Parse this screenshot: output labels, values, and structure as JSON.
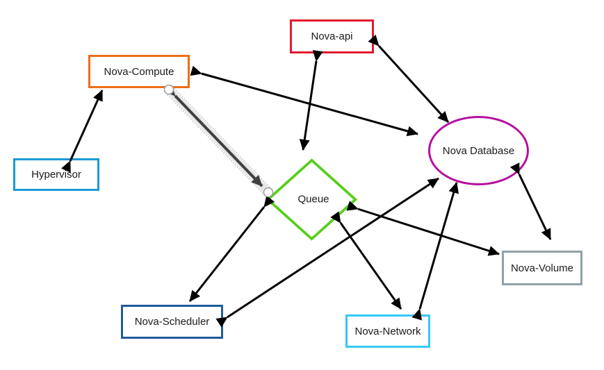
{
  "diagram": {
    "type": "architecture-diagram",
    "nodes": [
      {
        "id": "nova-api",
        "label": "Nova-api",
        "shape": "rectangle",
        "border_color": "#e11a2e"
      },
      {
        "id": "nova-compute",
        "label": "Nova-Compute",
        "shape": "rectangle",
        "border_color": "#ed6e16"
      },
      {
        "id": "hypervisor",
        "label": "Hypervisor",
        "shape": "rectangle",
        "border_color": "#1a9ad6"
      },
      {
        "id": "nova-database",
        "label": "Nova Database",
        "shape": "ellipse",
        "border_color": "#b5109e"
      },
      {
        "id": "queue",
        "label": "Queue",
        "shape": "diamond",
        "border_color": "#58ce1c"
      },
      {
        "id": "nova-scheduler",
        "label": "Nova-Scheduler",
        "shape": "rectangle",
        "border_color": "#1f5c99"
      },
      {
        "id": "nova-network",
        "label": "Nova-Network",
        "shape": "rectangle",
        "border_color": "#35c7f6"
      },
      {
        "id": "nova-volume",
        "label": "Nova-Volume",
        "shape": "rectangle",
        "border_color": "#90a0a8"
      }
    ],
    "edges": [
      {
        "from": "hypervisor",
        "to": "nova-compute",
        "direction": "bidirectional",
        "style": "solid-black"
      },
      {
        "from": "nova-compute",
        "to": "nova-database",
        "direction": "bidirectional",
        "style": "solid-black"
      },
      {
        "from": "nova-compute",
        "to": "queue",
        "direction": "bidirectional",
        "style": "selected-gray-connector"
      },
      {
        "from": "nova-api",
        "to": "queue",
        "direction": "bidirectional",
        "style": "solid-black"
      },
      {
        "from": "nova-api",
        "to": "nova-database",
        "direction": "bidirectional",
        "style": "solid-black"
      },
      {
        "from": "queue",
        "to": "nova-scheduler",
        "direction": "bidirectional",
        "style": "solid-black"
      },
      {
        "from": "nova-scheduler",
        "to": "nova-database",
        "direction": "bidirectional",
        "style": "solid-black"
      },
      {
        "from": "queue",
        "to": "nova-network",
        "direction": "bidirectional",
        "style": "solid-black"
      },
      {
        "from": "nova-network",
        "to": "nova-database",
        "direction": "bidirectional",
        "style": "solid-black"
      },
      {
        "from": "queue",
        "to": "nova-volume",
        "direction": "bidirectional",
        "style": "solid-black"
      },
      {
        "from": "nova-database",
        "to": "nova-volume",
        "direction": "bidirectional",
        "style": "solid-black"
      }
    ],
    "colors": {
      "arrow": "#000000",
      "selected_connector": "#404040",
      "selected_connector_halo": "#e3e3e3",
      "selection_handle_fill": "#ffffff",
      "selection_handle_stroke": "#9a9a9a",
      "background": "#ffffff",
      "text": "#1a1a1a"
    }
  }
}
